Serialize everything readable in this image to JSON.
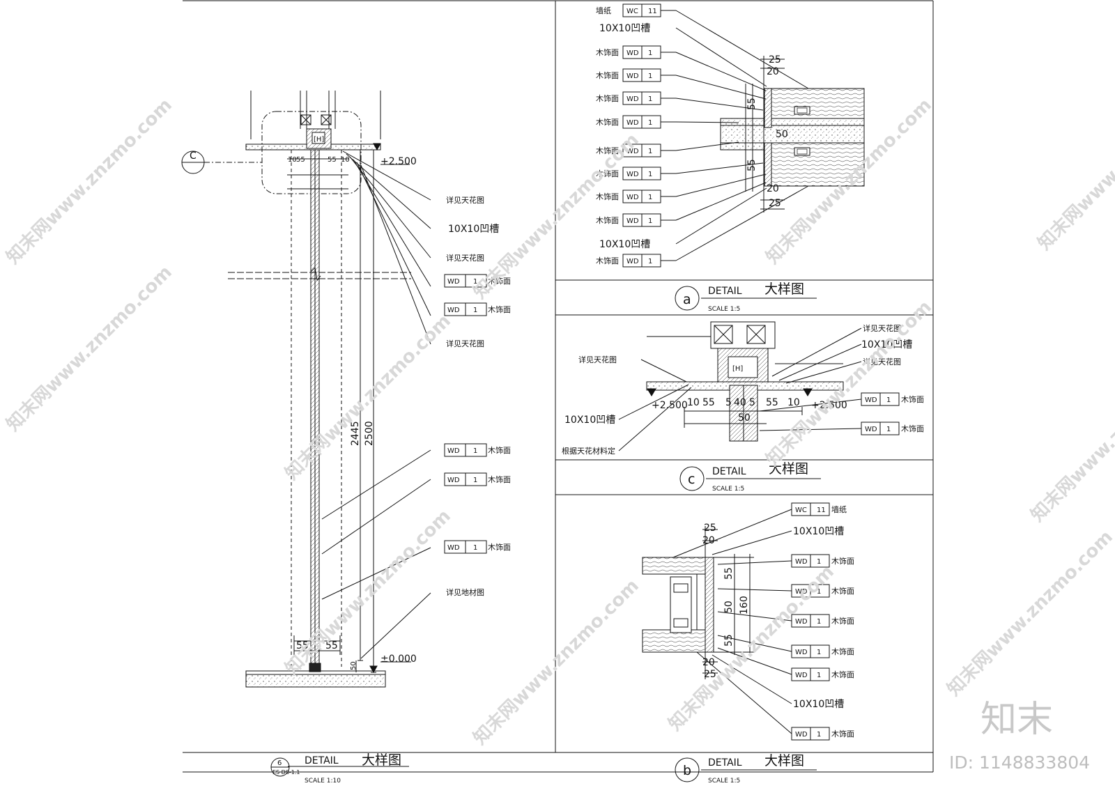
{
  "drawing": {
    "panel_6": {
      "number": "6",
      "ref": "ES DS-1.1",
      "detail_word": "DETAIL",
      "title": "大样图",
      "scale": "SCALE 1:10",
      "axis_tag": "C",
      "level_top": "+2.500",
      "level_bottom": "±0.000",
      "dims": [
        "2445",
        "2500",
        "55",
        "55",
        "50",
        "10",
        "55",
        "55",
        "10"
      ],
      "callouts": [
        "详见天花图",
        "10X10凹槽",
        "详见天花图",
        "WD|1|木饰面",
        "WD|1|木饰面",
        "详见天花图",
        "WD|1|木饰面",
        "WD|1|木饰面",
        "WD|1|木饰面",
        "详见地材图"
      ]
    },
    "panel_a": {
      "letter": "a",
      "detail_word": "DETAIL",
      "title": "大样图",
      "scale": "SCALE 1:5",
      "dims": [
        "25",
        "20",
        "55",
        "55",
        "50",
        "20",
        "25"
      ],
      "labels": [
        {
          "name": "墙纸",
          "code": "WC",
          "num": "11"
        },
        {
          "name": "10X10凹槽"
        },
        {
          "name": "木饰面",
          "code": "WD",
          "num": "1"
        },
        {
          "name": "木饰面",
          "code": "WD",
          "num": "1"
        },
        {
          "name": "木饰面",
          "code": "WD",
          "num": "1"
        },
        {
          "name": "木饰面",
          "code": "WD",
          "num": "1"
        },
        {
          "name": "木饰面",
          "code": "WD",
          "num": "1"
        },
        {
          "name": "木饰面",
          "code": "WD",
          "num": "1"
        },
        {
          "name": "木饰面",
          "code": "WD",
          "num": "1"
        },
        {
          "name": "木饰面",
          "code": "WD",
          "num": "1"
        },
        {
          "name": "10X10凹槽"
        },
        {
          "name": "木饰面",
          "code": "WD",
          "num": "1"
        }
      ]
    },
    "panel_c": {
      "letter": "c",
      "detail_word": "DETAIL",
      "title": "大样图",
      "scale": "SCALE 1:5",
      "level_left": "+2.500",
      "level_right": "+2.500",
      "dims": [
        "10",
        "55",
        "5",
        "40",
        "5",
        "55",
        "10",
        "50"
      ],
      "left_labels": [
        "详见天花图",
        "10X10凹槽",
        "根据天花材料定"
      ],
      "right_labels": [
        "详见天花图",
        "10X10凹槽",
        "详见天花图"
      ],
      "right_tags": [
        {
          "code": "WD",
          "num": "1",
          "name": "木饰面"
        },
        {
          "code": "WD",
          "num": "1",
          "name": "木饰面"
        }
      ]
    },
    "panel_b": {
      "letter": "b",
      "detail_word": "DETAIL",
      "title": "大样图",
      "scale": "SCALE 1:5",
      "dims": [
        "25",
        "20",
        "55",
        "50",
        "55",
        "160",
        "20",
        "25"
      ],
      "labels": [
        {
          "name": "墙纸",
          "code": "WC",
          "num": "11"
        },
        {
          "name": "10X10凹槽"
        },
        {
          "name": "木饰面",
          "code": "WD",
          "num": "1"
        },
        {
          "name": "木饰面",
          "code": "WD",
          "num": "1"
        },
        {
          "name": "木饰面",
          "code": "WD",
          "num": "1"
        },
        {
          "name": "木饰面",
          "code": "WD",
          "num": "1"
        },
        {
          "name": "木饰面",
          "code": "WD",
          "num": "1"
        },
        {
          "name": "10X10凹槽"
        },
        {
          "name": "木饰面",
          "code": "WD",
          "num": "1"
        }
      ]
    }
  },
  "watermark": {
    "text": "知末网www.znzmo.com",
    "logo": "知末",
    "id": "ID: 1148833804"
  },
  "colors": {
    "line": "#111111",
    "watermark": "#d8d8d8"
  }
}
